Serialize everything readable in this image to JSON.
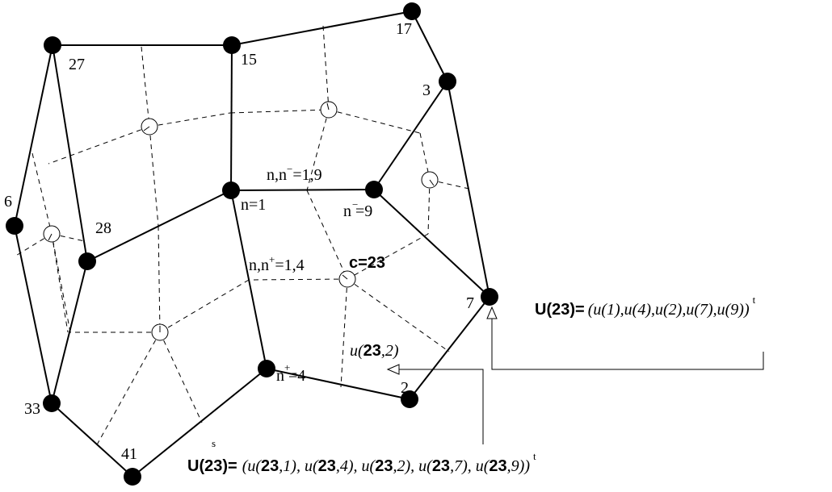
{
  "nodes": [
    {
      "id": "27",
      "label": "27"
    },
    {
      "id": "15",
      "label": "15"
    },
    {
      "id": "17",
      "label": "17"
    },
    {
      "id": "3",
      "label": "3"
    },
    {
      "id": "6",
      "label": "6"
    },
    {
      "id": "28",
      "label": "28"
    },
    {
      "id": "1",
      "label": "n=1"
    },
    {
      "id": "9",
      "label": "n =9",
      "sup": "−"
    },
    {
      "id": "7",
      "label": "7"
    },
    {
      "id": "4",
      "label": "n =4",
      "sup": "+"
    },
    {
      "id": "2",
      "label": "2"
    },
    {
      "id": "33",
      "label": "33"
    },
    {
      "id": "41",
      "label": "41"
    }
  ],
  "annotations": {
    "edge_minus": {
      "pre": "n,n",
      "sup": "−",
      "post": "=1,9"
    },
    "edge_plus": {
      "pre": "n,n",
      "sup": "+",
      "post": "=1,4"
    },
    "cell_center": "c=23",
    "face_value": {
      "pre": "u(",
      "bold": "23",
      "post": ",2)"
    }
  },
  "formula_U": {
    "lhs": "U(23)=",
    "rhs": "(u(1),u(4),u(2),u(7),u(9))",
    "sup": "t"
  },
  "formula_Us": {
    "lhs": "U(23)=",
    "lhs_sup": "s",
    "terms": [
      {
        "pre": "(u(",
        "bold": "23",
        "post": ",1), "
      },
      {
        "pre": "u(",
        "bold": "23",
        "post": ",4), "
      },
      {
        "pre": "u(",
        "bold": "23",
        "post": ",2), "
      },
      {
        "pre": "u(",
        "bold": "23",
        "post": ",7), "
      },
      {
        "pre": "u(",
        "bold": "23",
        "post": ",9))"
      }
    ],
    "sup": "t"
  }
}
